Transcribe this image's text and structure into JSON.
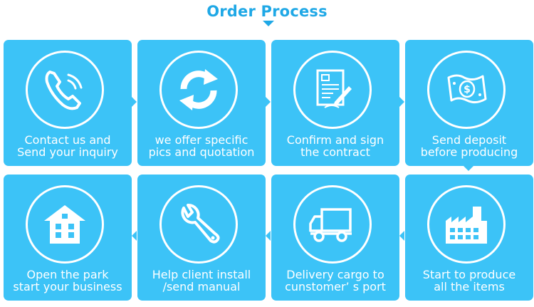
{
  "title": "Order Process",
  "colors": {
    "accent": "#1fa8e6",
    "card": "#3cc3f7",
    "text": "#ffffff"
  },
  "steps": [
    {
      "icon": "phone-icon",
      "lines": [
        "Contact us and",
        "Send your inquiry"
      ]
    },
    {
      "icon": "refresh-icon",
      "lines": [
        "we offer specific",
        "pics and quotation"
      ]
    },
    {
      "icon": "contract-sign-icon",
      "lines": [
        "Confirm and sign",
        "the contract"
      ]
    },
    {
      "icon": "money-deposit-icon",
      "lines": [
        "Send deposit",
        "before producing"
      ]
    },
    {
      "icon": "factory-icon",
      "lines": [
        "Start to produce",
        "all the items"
      ]
    },
    {
      "icon": "delivery-truck-icon",
      "lines": [
        "Delivery  cargo to",
        "cunstomer’ s port"
      ]
    },
    {
      "icon": "wrench-icon",
      "lines": [
        "Help client install",
        "/send manual"
      ]
    },
    {
      "icon": "house-icon",
      "lines": [
        "Open the park",
        "start your business"
      ]
    }
  ]
}
